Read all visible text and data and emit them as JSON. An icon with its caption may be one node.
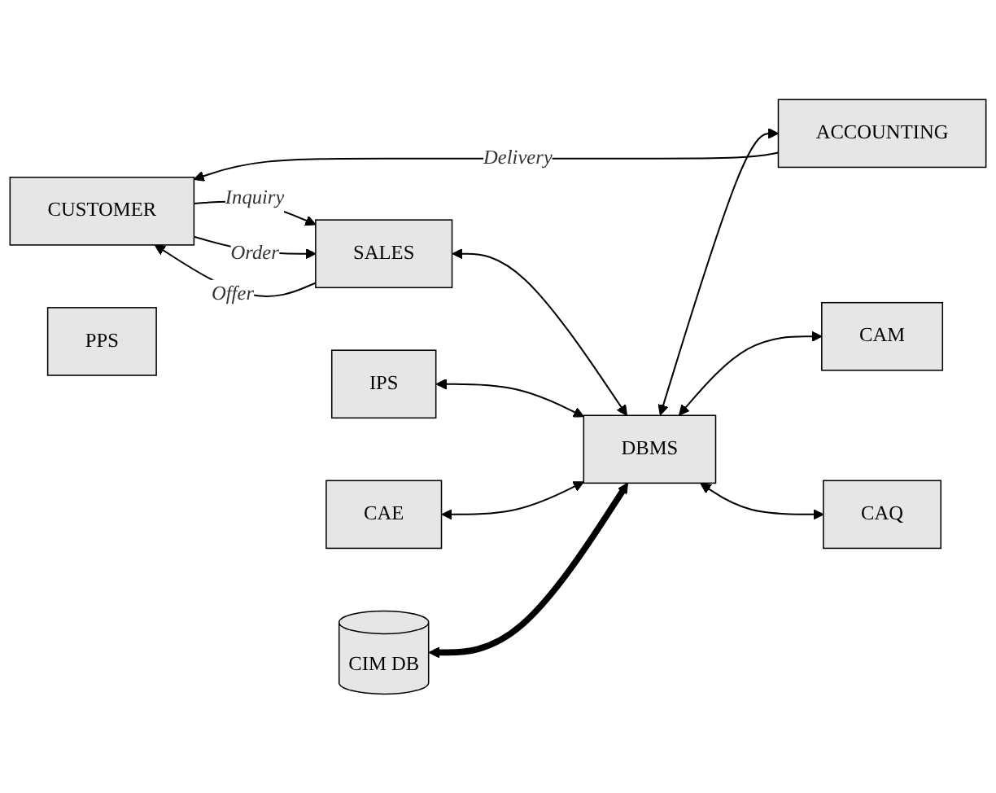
{
  "diagram": {
    "nodes": [
      {
        "text": [
          "CUSTOMER"
        ]
      },
      {
        "text": [
          "SALES"
        ]
      },
      {
        "text": [
          "PPS"
        ]
      },
      {
        "text": [
          "IPS"
        ]
      },
      {
        "text": [
          "CAE"
        ]
      },
      {
        "text": [
          "CIM DB"
        ]
      },
      {
        "text": [
          "DBMS"
        ]
      },
      {
        "text": [
          "ACCOUNTING"
        ]
      },
      {
        "text": [
          "CAM"
        ]
      },
      {
        "text": [
          "CAQ"
        ]
      }
    ],
    "edges": [
      {
        "from": 0,
        "to": 1,
        "label": "Inquiry",
        "arrow": "to"
      },
      {
        "from": 1,
        "to": 0,
        "label": "Offer",
        "arrow": "to"
      },
      {
        "from": 0,
        "to": 1,
        "label": "Order",
        "arrow": "to"
      },
      {
        "from": 1,
        "to": 6,
        "arrow": "both"
      },
      {
        "from": 3,
        "to": 6,
        "arrow": "both"
      },
      {
        "from": 4,
        "to": 6,
        "arrow": "both"
      },
      {
        "from": 5,
        "to": 6,
        "arrow": "both",
        "style": "thick"
      },
      {
        "from": 6,
        "to": 7,
        "arrow": "both"
      },
      {
        "from": 6,
        "to": 8,
        "arrow": "both"
      },
      {
        "from": 6,
        "to": 9,
        "arrow": "both"
      },
      {
        "from": 7,
        "to": 0,
        "label": "Delivery",
        "arrow": "to"
      }
    ]
  }
}
